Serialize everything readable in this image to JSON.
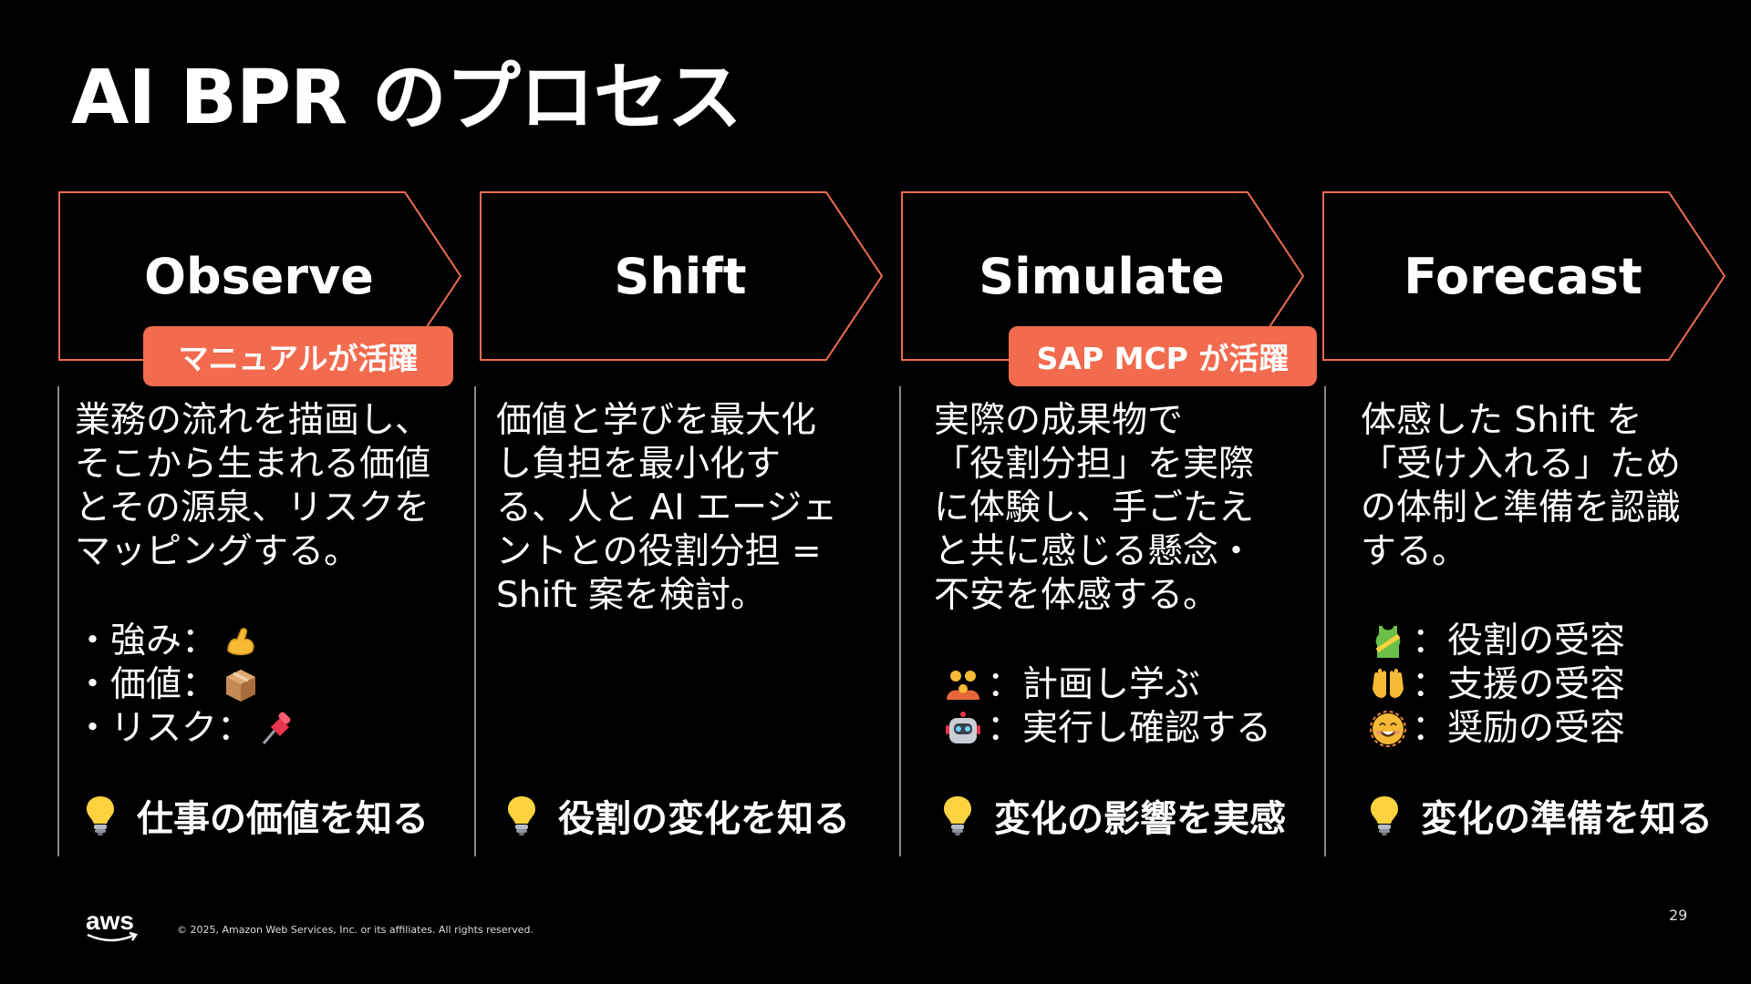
{
  "title": "AI BPR のプロセス",
  "accent_color": "#f26b4f",
  "steps": [
    {
      "label": "Observe",
      "badge": "マニュアルが活躍",
      "description": "業務の流れを描画し、\nそこから生まれる価値\nとその源泉、リスクを\nマッピングする。",
      "items": [
        {
          "prefix": "・強み：",
          "icon": "flexed-biceps-icon",
          "text": ""
        },
        {
          "prefix": "・価値：",
          "icon": "package-icon",
          "text": ""
        },
        {
          "prefix": "・リスク：",
          "icon": "pushpin-icon",
          "text": ""
        }
      ],
      "takeaway": "仕事の価値を知る"
    },
    {
      "label": "Shift",
      "badge": "",
      "description": "価値と学びを最大化\nし負担を最小化す\nる、人と AI エージェ\nントとの役割分担 =\nShift 案を検討。",
      "items": [],
      "takeaway": "役割の変化を知る"
    },
    {
      "label": "Simulate",
      "badge": "SAP MCP が活躍",
      "description": "実際の成果物で\n「役割分担」を実際\nに体験し、手ごたえ\nと共に感じる懸念・\n不安を体感する。",
      "items": [
        {
          "prefix": "",
          "icon": "people-icon",
          "text": "：計画し学ぶ"
        },
        {
          "prefix": "",
          "icon": "robot-icon",
          "text": "：実行し確認する"
        }
      ],
      "takeaway": "変化の影響を実感"
    },
    {
      "label": "Forecast",
      "badge": "",
      "description": "体感した Shift を\n「受け入れる」ため\nの体制と準備を認識\nする。",
      "items": [
        {
          "prefix": "",
          "icon": "running-shirt-icon",
          "text": "：役割の受容"
        },
        {
          "prefix": "",
          "icon": "raising-hands-icon",
          "text": "：支援の受容"
        },
        {
          "prefix": "",
          "icon": "smiling-face-icon",
          "text": "：奨励の受容"
        }
      ],
      "takeaway": "変化の準備を知る"
    }
  ],
  "footer": {
    "logo_text": "aws",
    "copyright": "© 2025, Amazon Web Services, Inc. or its affiliates. All rights reserved.",
    "page_number": "29"
  }
}
